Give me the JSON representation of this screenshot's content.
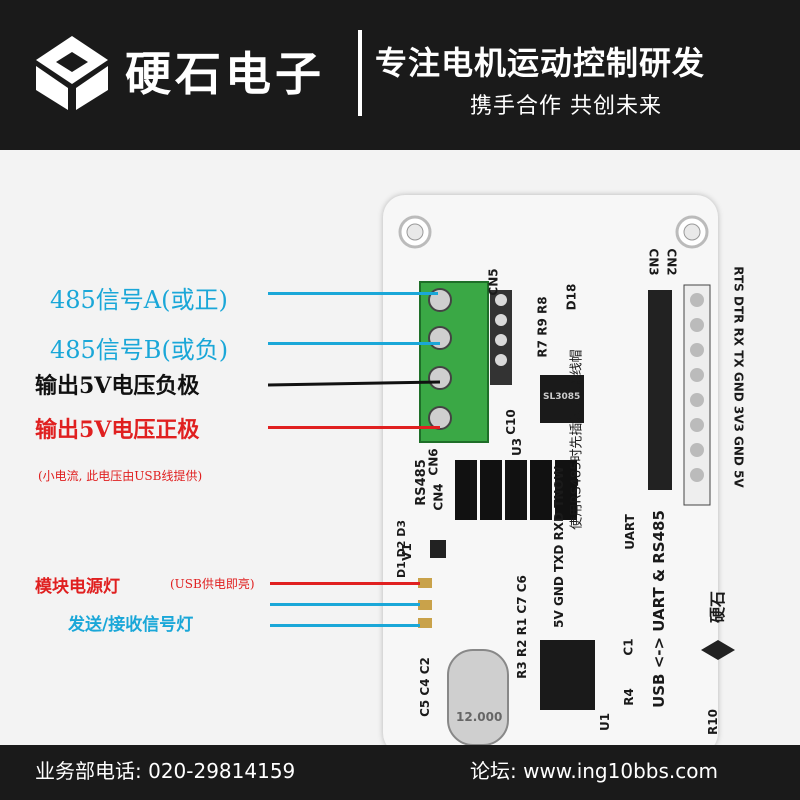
{
  "header": {
    "brand": "硬石电子",
    "slogan_main": "专注电机运动控制研发",
    "slogan_sub": "携手合作  共创未来"
  },
  "labels": {
    "a": "485信号A(或正)",
    "b": "485信号B(或负)",
    "neg": "输出5V电压负极",
    "pos": "输出5V电压正极",
    "note": "(小电流, 此电压由USB线提供)",
    "power_led": "模块电源灯",
    "power_led_note": "(USB供电即亮)",
    "txrx_led": "发送/接收信号灯"
  },
  "board": {
    "cn3": "CN3",
    "cn2": "CN2",
    "cn5": "CN5",
    "cn4": "CN4",
    "cn6": "CN6",
    "u3": "U3",
    "u1": "U1",
    "c10": "C10",
    "d18": "D18",
    "rs485": "RS485",
    "pins": "RTS DTR RX TX GND 3V3 GND 5V",
    "jumper_labels": "5V GND TXD RXD TNOW",
    "jumper_note": "使用RS485时先插入5个跳线帽",
    "title": "USB <-> UART & RS485",
    "uart": "UART",
    "chip": "SL3085",
    "crystal": "12.000",
    "r7r8": "R7 R9 R8",
    "r1r2": "R3 R2 R1 C7 C6",
    "c1": "C1",
    "r4": "R4",
    "r10": "R10",
    "c5c4c2": "C5 C4 C2",
    "v1": "V1",
    "d_labels": "D1 D2 D3",
    "logo_text": "硬石"
  },
  "footer": {
    "phone": "业务部电话: 020-29814159",
    "forum": "论坛: www.ing10bbs.com"
  },
  "colors": {
    "header_bg": "#1a1a1a",
    "cyan": "#1aa7d8",
    "red": "#e02020",
    "black": "#111111",
    "terminal_green": "#3aa845"
  }
}
